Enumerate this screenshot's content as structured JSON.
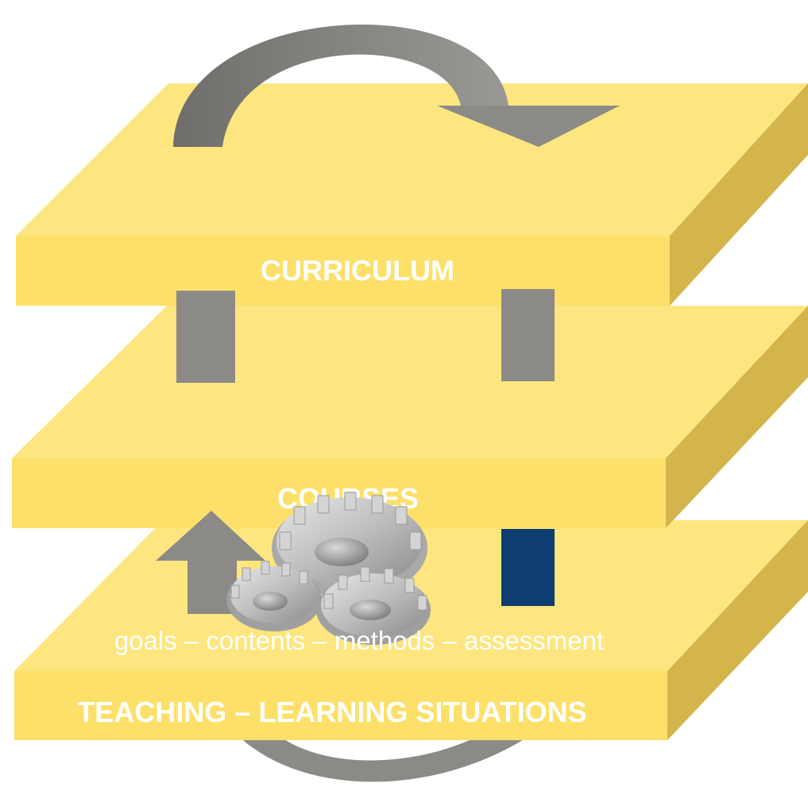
{
  "layers": {
    "top": "CURRICULUM",
    "middle": "COURSES",
    "bottom": "TEACHING – LEARNING SITUATIONS"
  },
  "subtitle": "goals – contents – methods – assessment",
  "colors": {
    "slab_top": "#fde67f",
    "slab_front": "#fde06a",
    "slab_side": "#d3b54c",
    "arrow_grey": "#8b8a86",
    "connector_grey": "#8b8a87",
    "connector_blue": "#0e3e6f",
    "text": "#ffffff"
  },
  "icons": {
    "cycle_top": "curved-cycle-arrow-icon",
    "cycle_bottom": "curved-cycle-arrow-icon",
    "up_arrow": "up-arrow-icon",
    "gears": "gears-icon"
  }
}
